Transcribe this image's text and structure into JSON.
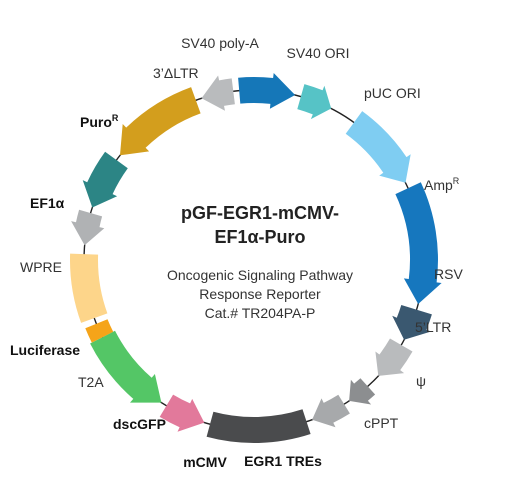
{
  "plasmid": {
    "title_line1": "pGF-EGR1-mCMV-",
    "title_line2": "EF1α-Puro",
    "subtitle_line1": "Oncogenic Signaling Pathway",
    "subtitle_line2": "Response Reporter",
    "catalog": "Cat.# TR204PA-P"
  },
  "features": [
    {
      "id": "sv40-polya",
      "label": "SV40 poly-A",
      "color": "#1577b8"
    },
    {
      "id": "sv40-ori",
      "label": "SV40 ORI",
      "color": "#56c3c6"
    },
    {
      "id": "puc-ori",
      "label": "pUC ORI",
      "color": "#7fcdf2"
    },
    {
      "id": "ampr",
      "label": "Amp",
      "label_sup": "R",
      "color": "#1677be"
    },
    {
      "id": "rsv",
      "label": "RSV",
      "color": "#3a5870"
    },
    {
      "id": "5ltr",
      "label": "5’LTR",
      "color": "#b9bbbd"
    },
    {
      "id": "psi",
      "label": "ψ",
      "color": "#8c8e90"
    },
    {
      "id": "cppt",
      "label": "cPPT",
      "color": "#a7a9ab"
    },
    {
      "id": "egr1-tres",
      "label": "EGR1 TREs",
      "color": "#4a4b4d"
    },
    {
      "id": "mcmv",
      "label": "mCMV",
      "color": "#e2799b"
    },
    {
      "id": "dscgfp",
      "label": "dscGFP",
      "color": "#54c666"
    },
    {
      "id": "t2a",
      "label": "T2A",
      "color": "#f5a419"
    },
    {
      "id": "luciferase",
      "label": "Luciferase",
      "color": "#fdd58a"
    },
    {
      "id": "wpre",
      "label": "WPRE",
      "color": "#b0b2b4"
    },
    {
      "id": "ef1a",
      "label": "EF1α",
      "color": "#2c8585"
    },
    {
      "id": "puro",
      "label": "Puro",
      "label_sup": "R",
      "color": "#d39e1d"
    },
    {
      "id": "3ltr",
      "label": "3’ΔLTR",
      "color": "#b9bbbd"
    }
  ]
}
